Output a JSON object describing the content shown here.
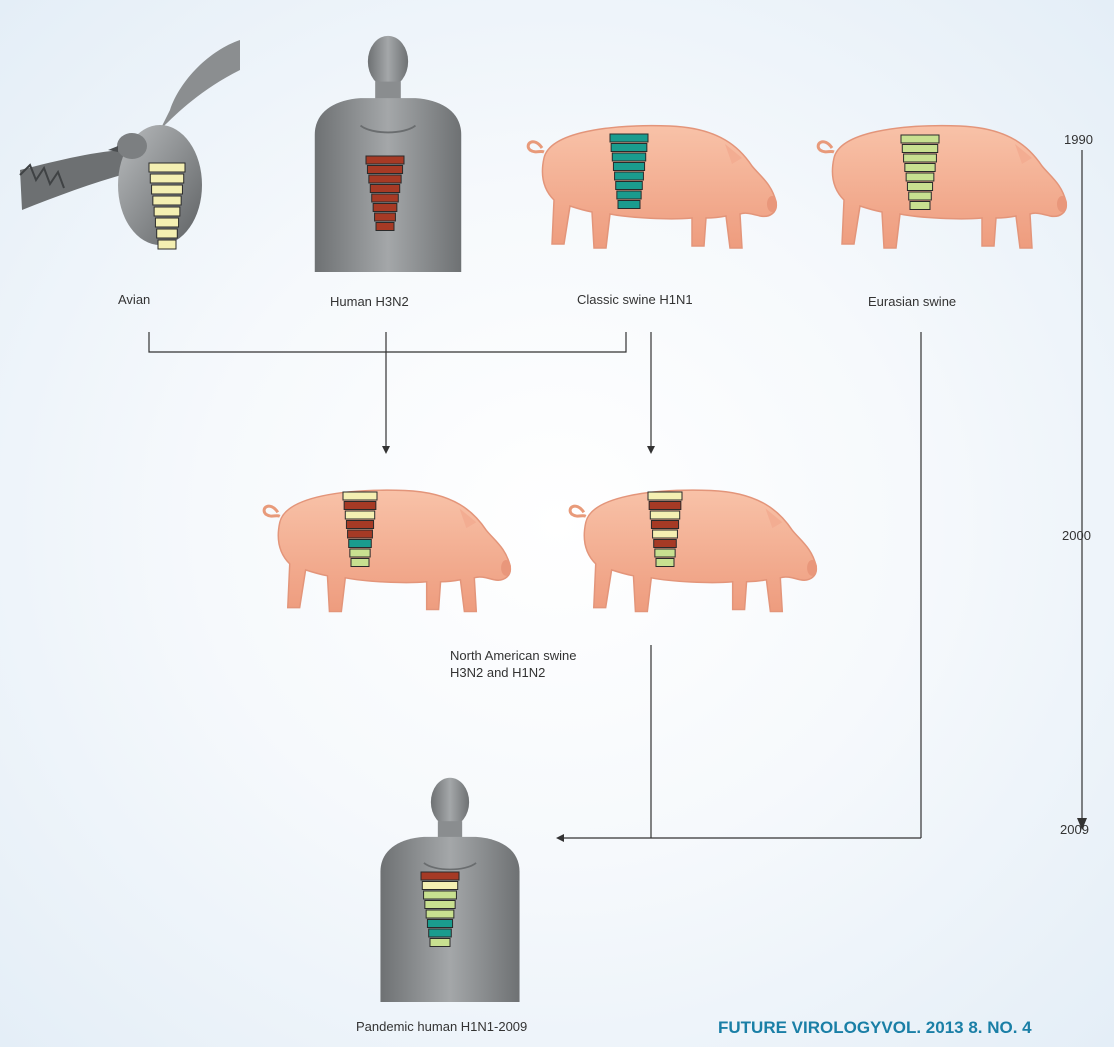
{
  "labels": {
    "avian": "Avian",
    "human_h3n2": "Human H3N2",
    "classic_swine": "Classic swine H1N1",
    "eurasian_swine": "Eurasian swine",
    "north_american_line1": "North American swine",
    "north_american_line2": "H3N2 and H1N2",
    "pandemic": "Pandemic human H1N1-2009"
  },
  "timeline": {
    "y1990": "1990",
    "y2000": "2000",
    "y2009": "2009"
  },
  "source": "FUTURE VIROLOGYVOL. 2013 8. NO. 4",
  "colors": {
    "avian": "#f4efb2",
    "human": "#a63a25",
    "classic": "#1a9c8e",
    "eurasian": "#c8e090",
    "pig": "#f5b095",
    "body": "#8f9294"
  },
  "segment_stacks": {
    "avian": [
      "avian",
      "avian",
      "avian",
      "avian",
      "avian",
      "avian",
      "avian",
      "avian"
    ],
    "human": [
      "human",
      "human",
      "human",
      "human",
      "human",
      "human",
      "human",
      "human"
    ],
    "classic": [
      "classic",
      "classic",
      "classic",
      "classic",
      "classic",
      "classic",
      "classic",
      "classic"
    ],
    "eurasian": [
      "eurasian",
      "eurasian",
      "eurasian",
      "eurasian",
      "eurasian",
      "eurasian",
      "eurasian",
      "eurasian"
    ],
    "na_left": [
      "avian",
      "human",
      "avian",
      "human",
      "human",
      "classic",
      "eurasian",
      "eurasian"
    ],
    "na_right": [
      "avian",
      "human",
      "avian",
      "human",
      "avian",
      "human",
      "eurasian",
      "eurasian"
    ],
    "pandemic": [
      "human",
      "avian",
      "eurasian",
      "eurasian",
      "eurasian",
      "classic",
      "classic",
      "eurasian"
    ]
  }
}
